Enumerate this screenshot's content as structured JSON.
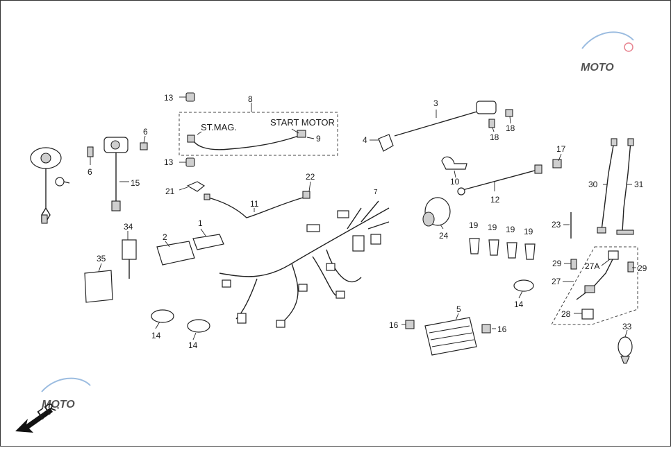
{
  "labels": {
    "start_motor": "START MOTOR",
    "st_mag": "ST.MAG.",
    "front": "FR."
  },
  "callouts": [
    "1",
    "2",
    "3",
    "4",
    "5",
    "6",
    "7",
    "8",
    "9",
    "10",
    "11",
    "12",
    "13",
    "14",
    "15",
    "16",
    "17",
    "18",
    "19",
    "21",
    "22",
    "23",
    "24",
    "27",
    "27A",
    "28",
    "29",
    "30",
    "31",
    "33",
    "34",
    "35"
  ],
  "watermark": {
    "text": "MOTO",
    "accent": "#e05a6a",
    "accent2": "#7aa6d6"
  },
  "colors": {
    "line": "#222222",
    "background": "#ffffff"
  }
}
